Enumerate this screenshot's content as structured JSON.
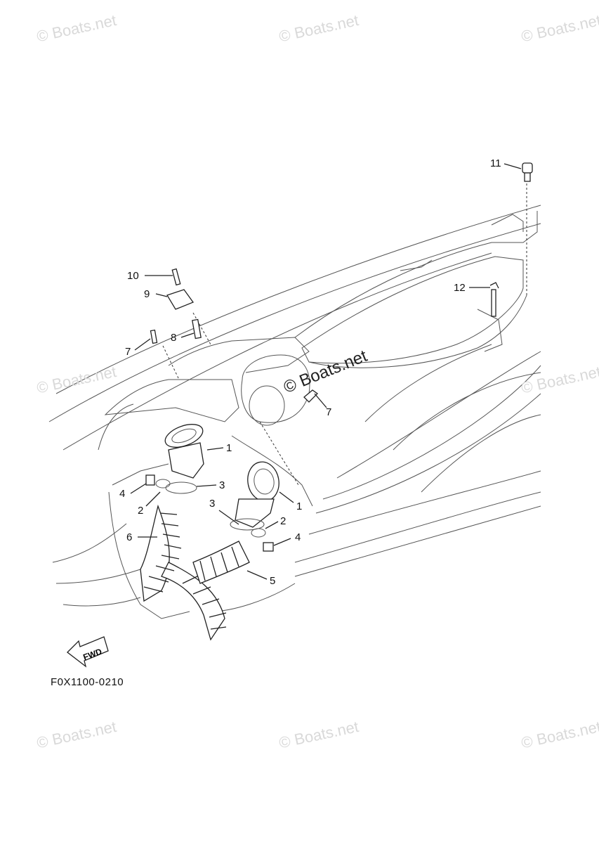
{
  "watermarks": [
    "© Boats.net",
    "© Boats.net",
    "© Boats.net",
    "© Boats.net",
    "© Boats.net",
    "© Boats.net",
    "© Boats.net",
    "© Boats.net"
  ],
  "watermark_main": "© Boats.net",
  "callouts": [
    "11",
    "10",
    "9",
    "12",
    "8",
    "7",
    "7",
    "1",
    "3",
    "4",
    "2",
    "1",
    "6",
    "3",
    "2",
    "4",
    "5"
  ],
  "arrow_label": "FWD",
  "drawing_code": "F0X1100-0210"
}
